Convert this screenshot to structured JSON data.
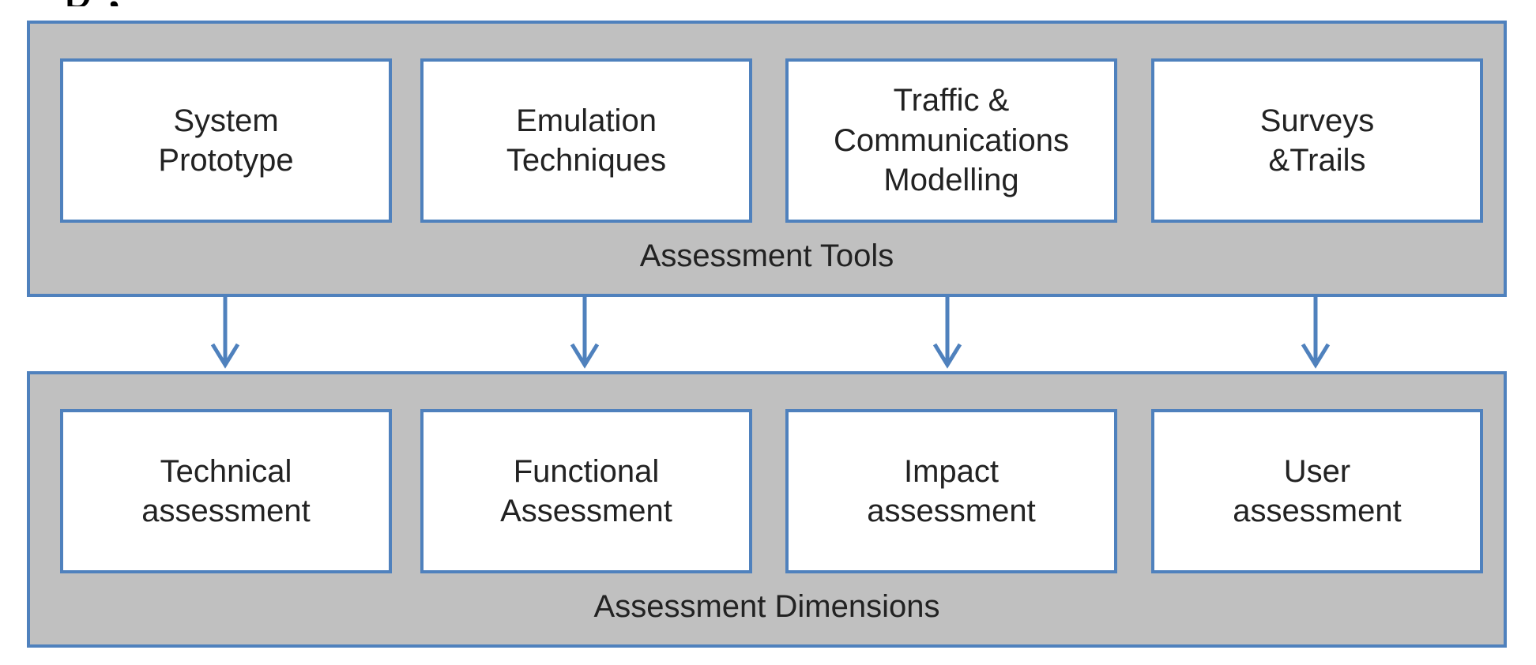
{
  "colors": {
    "panel_fill": "#c0c0c0",
    "border": "#4f81bd",
    "box_fill": "#ffffff",
    "arrow": "#4f81bd",
    "text": "#222222"
  },
  "tools": {
    "label": "Assessment Tools",
    "boxes": [
      "System\nPrototype",
      "Emulation\nTechniques",
      "Traffic &\nCommunications\nModelling",
      "Surveys\n&Trails"
    ]
  },
  "dimensions": {
    "label": "Assessment Dimensions",
    "boxes": [
      "Technical\nassessment",
      "Functional\nAssessment",
      "Impact\nassessment",
      "User\nassessment"
    ]
  }
}
